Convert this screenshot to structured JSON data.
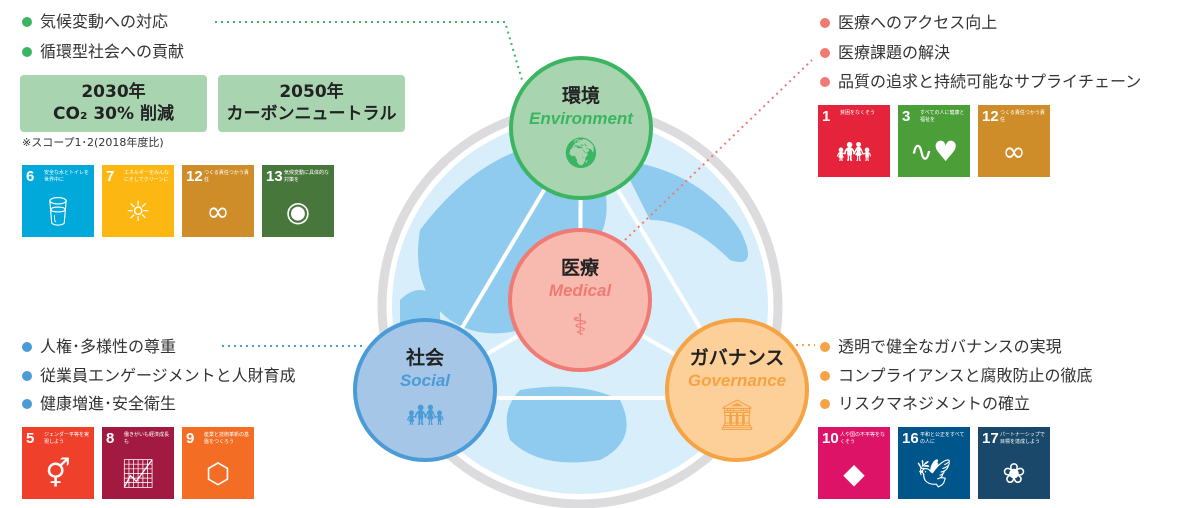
{
  "environment": {
    "title": "環境",
    "subtitle": "Environment",
    "icon": "globe-in-hand-icon",
    "color": "#3cb563",
    "bullets": [
      "気候変動への対応",
      "循環型社会への貢献"
    ],
    "targets": [
      {
        "year": "2030年",
        "text": "CO₂ 30% 削減"
      },
      {
        "year": "2050年",
        "text": "カーボンニュートラル"
      }
    ],
    "note": "※スコープ1･2(2018年度比)",
    "sdgs": [
      {
        "num": "6",
        "text": "安全な水とトイレを世界中に",
        "color": "#00a9d9",
        "icon": "water-icon"
      },
      {
        "num": "7",
        "text": "エネルギーをみんなにそしてクリーンに",
        "color": "#fdb713",
        "icon": "sun-icon"
      },
      {
        "num": "12",
        "text": "つくる責任つかう責任",
        "color": "#cf8d2a",
        "icon": "infinity-icon"
      },
      {
        "num": "13",
        "text": "気候変動に具体的な対策を",
        "color": "#48773c",
        "icon": "eye-globe-icon"
      }
    ]
  },
  "medical": {
    "title": "医療",
    "subtitle": "Medical",
    "icon": "stethoscope-icon",
    "color": "#ef7b74",
    "bullets": [
      "医療へのアクセス向上",
      "医療課題の解決",
      "品質の追求と持続可能なサプライチェーン"
    ],
    "sdgs": [
      {
        "num": "1",
        "text": "貧困をなくそう",
        "color": "#e5243b",
        "icon": "family-icon"
      },
      {
        "num": "3",
        "text": "すべての人に健康と福祉を",
        "color": "#4c9f38",
        "icon": "heartbeat-icon"
      },
      {
        "num": "12",
        "text": "つくる責任つかう責任",
        "color": "#cf8d2a",
        "icon": "infinity-icon"
      }
    ]
  },
  "social": {
    "title": "社会",
    "subtitle": "Social",
    "icon": "people-icon",
    "color": "#4a9bd6",
    "bullets": [
      "人権･多様性の尊重",
      "従業員エンゲージメントと人財育成",
      "健康増進･安全衛生"
    ],
    "sdgs": [
      {
        "num": "5",
        "text": "ジェンダー平等を実現しよう",
        "color": "#ef402b",
        "icon": "gender-icon"
      },
      {
        "num": "8",
        "text": "働きがいも経済成長も",
        "color": "#a21942",
        "icon": "growth-chart-icon"
      },
      {
        "num": "9",
        "text": "産業と技術革新の基盤をつくろう",
        "color": "#f36d25",
        "icon": "cubes-icon"
      }
    ]
  },
  "governance": {
    "title": "ガバナンス",
    "subtitle": "Governance",
    "icon": "building-icon",
    "color": "#f5a344",
    "bullets": [
      "透明で健全なガバナンスの実現",
      "コンプライアンスと腐敗防止の徹底",
      "リスクマネジメントの確立"
    ],
    "sdgs": [
      {
        "num": "10",
        "text": "人や国の不平等をなくそう",
        "color": "#dd1367",
        "icon": "arrows-icon"
      },
      {
        "num": "16",
        "text": "平和と公正をすべての人に",
        "color": "#00558a",
        "icon": "dove-icon"
      },
      {
        "num": "17",
        "text": "パートナーシップで目標を達成しよう",
        "color": "#19486a",
        "icon": "rings-icon"
      }
    ]
  }
}
